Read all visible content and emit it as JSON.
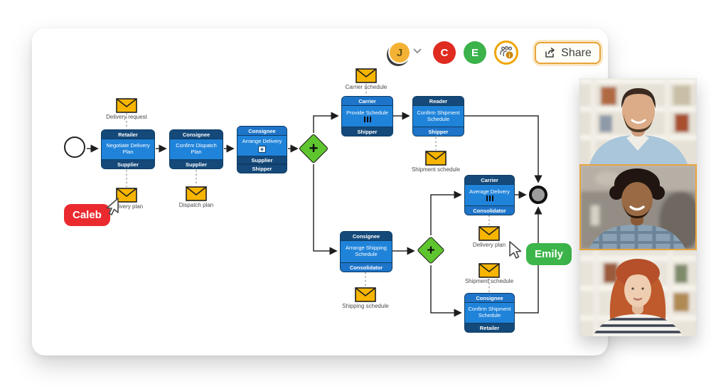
{
  "toolbar": {
    "user_avatar": {
      "initial": "J",
      "bg": "#f3b233",
      "fg": "#6a5413"
    },
    "collaborator_avatars": [
      {
        "initial": "C",
        "bg": "#e02b20",
        "fg": "#ffffff"
      },
      {
        "initial": "E",
        "bg": "#3bb24a",
        "fg": "#ffffff"
      }
    ],
    "collaborators_button": {
      "icon": "group-info-icon",
      "ring": "#f0a500"
    },
    "share_button": {
      "label": "Share",
      "icon": "share-icon",
      "border": "#e7a33b",
      "fg": "#404040"
    }
  },
  "presence_cursors": [
    {
      "name": "Caleb",
      "color": "#ea2a2f"
    },
    {
      "name": "Emily",
      "color": "#3cb54a"
    }
  ],
  "diagram": {
    "tasks": [
      {
        "header": "Retailer",
        "body": "Negotiate Delivery Plan",
        "footers": [
          "Supplier"
        ]
      },
      {
        "header": "Consignee",
        "body": "Confirm Dispatch Plan",
        "footers": [
          "Supplier"
        ]
      },
      {
        "header": "Consignee",
        "body": "Arrange Delivery",
        "marker": "subprocess",
        "footers": [
          "Supplier",
          "Shipper"
        ]
      },
      {
        "header": "Carrier",
        "body": "Provide Schedule",
        "marker": "multi-instance",
        "footers": [
          "Shipper"
        ]
      },
      {
        "header": "Reader",
        "body": "Confirm Shipment Schedule",
        "footers": [
          "Shipper"
        ]
      },
      {
        "header": "Carrier",
        "body": "Average Delivery",
        "marker": "multi-instance",
        "footers": [
          "Consolidator"
        ]
      },
      {
        "header": "Consignee",
        "body": "Arrange Shipping Schedule",
        "footers": [
          "Consolidator"
        ]
      },
      {
        "header": "Consignee",
        "body": "Confirm Shipment Schedule",
        "footers": [
          "Retailer"
        ]
      }
    ],
    "messages": [
      {
        "label": "Delivery request"
      },
      {
        "label": "Delivery plan"
      },
      {
        "label": "Dispatch plan"
      },
      {
        "label": "Carrier schedule"
      },
      {
        "label": "Shipment schedule"
      },
      {
        "label": "Shipping schedule"
      },
      {
        "label": "Delivery plan"
      },
      {
        "label": "Shipment schedule"
      }
    ],
    "colors": {
      "band_dark": "#14497a",
      "band_mid": "#1d74c9",
      "task_body": "#1f83da",
      "gateway": "#5ec52f",
      "envelope": "#f7b500",
      "sequence_flow": "#2f2f2f",
      "message_flow": "#9b9b9b"
    },
    "icons": {
      "subprocess_marker": "plus-box",
      "multi_instance_marker": "three-bars",
      "message": "envelope",
      "gateway": "plus",
      "start_event": "thin-circle",
      "end_event": "thick-gray-circle"
    }
  },
  "video_call": {
    "tiles": [
      {
        "alt": "man in denim shirt, bookshelf background",
        "active": false
      },
      {
        "alt": "man with curly hair, plaid shirt",
        "active": true,
        "active_border": "#e8a33d"
      },
      {
        "alt": "woman with red hair, striped shirt",
        "active": false
      }
    ]
  }
}
